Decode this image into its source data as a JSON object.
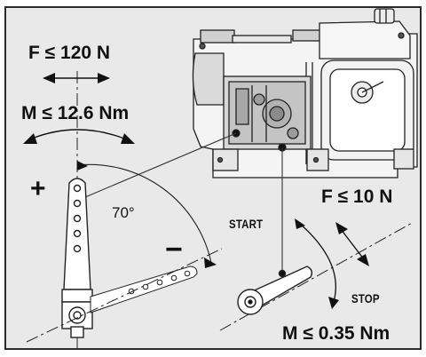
{
  "throttle": {
    "force_limit": "F ≤ 120 N",
    "moment_limit": "M ≤ 12.6 Nm",
    "plus_symbol": "+",
    "minus_symbol": "−",
    "angle": "70°"
  },
  "stop_lever": {
    "force_limit": "F ≤ 10 N",
    "start_label": "START",
    "stop_label": "STOP",
    "moment_limit": "M ≤ 0.35 Nm"
  },
  "colors": {
    "background": "#e9e9e9",
    "frame": "#2b2b2b",
    "ink": "#111111"
  }
}
